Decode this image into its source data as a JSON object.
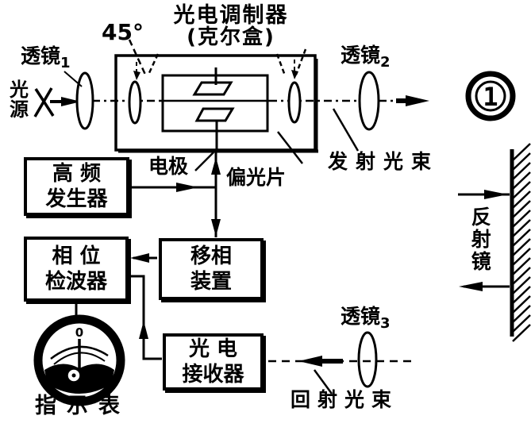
{
  "colors": {
    "ink": "#000000",
    "paper": "#ffffff"
  },
  "modulator": {
    "title": "光电调制器",
    "subtitle": "(克尔盒)",
    "angle_label": "45°"
  },
  "labels": {
    "lens1": {
      "text": "透镜",
      "sub": "1"
    },
    "lens2": {
      "text": "透镜",
      "sub": "2"
    },
    "lens3": {
      "text": "透镜",
      "sub": "3"
    },
    "light_source": {
      "line1": "光",
      "line2": "源"
    },
    "electrode": "电极",
    "polarizer": "偏光片",
    "emitted_beam": "发射光束",
    "return_beam": "回射光束",
    "mirror": "反射镜",
    "indicator_meter": "指示表",
    "beam_marker": "1"
  },
  "boxes": {
    "hf_generator": {
      "line1": "高 频",
      "line2": "发生器"
    },
    "phase_detector": {
      "line1": "相 位",
      "line2": "检波器"
    },
    "phase_shifter": {
      "line1": "移相",
      "line2": "装置"
    },
    "photo_receiver": {
      "line1": "光 电",
      "line2": "接收器"
    }
  },
  "meter": {
    "zero_label": "0"
  }
}
